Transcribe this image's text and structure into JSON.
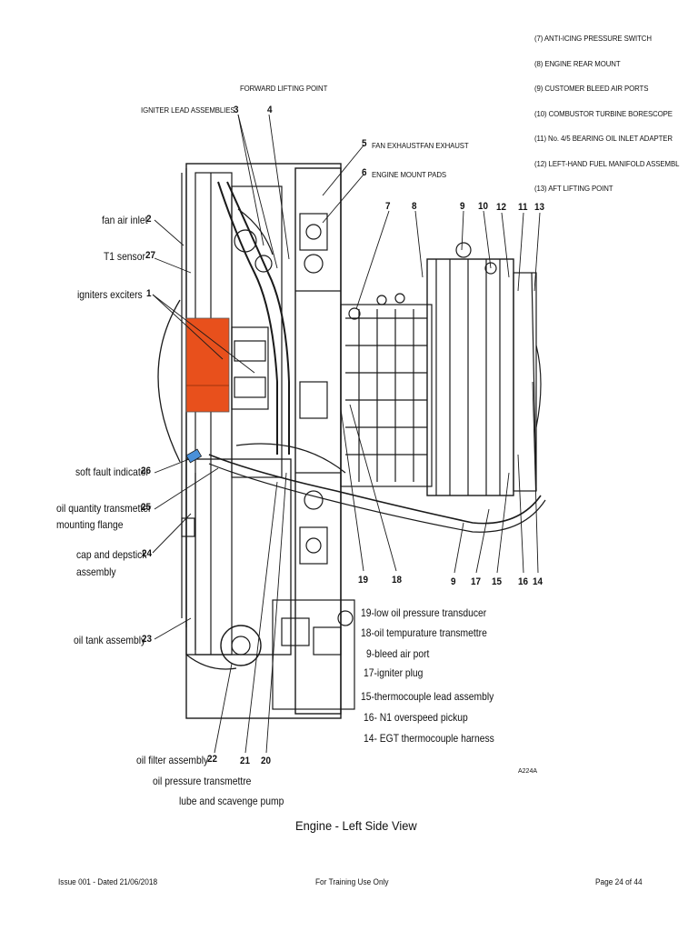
{
  "legend_top_right": [
    "(7) ANTI-ICING PRESSURE SWITCH",
    "(8) ENGINE REAR MOUNT",
    "(9) CUSTOMER BLEED AIR PORTS",
    "(10) COMBUSTOR TURBINE BORESCOPE",
    "(11) No. 4/5 BEARING OIL INLET ADAPTER",
    "(12) LEFT-HAND FUEL MANIFOLD ASSEMBL",
    "(13) AFT LIFTING POINT"
  ],
  "callouts_top": {
    "forward_lifting_point": "FORWARD LIFTING POINT",
    "igniter_lead_assemblies": "IGNITER LEAD ASSEMBLIES",
    "fan_exhaust": "FAN EXHAUSTFAN EXHAUST",
    "engine_mount_pads": "ENGINE MOUNT PADS"
  },
  "callouts_left": {
    "fan_air_inlet": "fan air inlet",
    "t1_sensor": "T1 sensor",
    "igniters_exciters": "igniters exciters",
    "soft_fault_indicator": "soft fault indicator",
    "oil_quantity_transmitter": "oil quantity transmetter",
    "mounting_flange": "mounting flange",
    "cap_and_dipstick": "cap and depstick",
    "assembly": "assembly",
    "oil_tank_assembly": "oil tank assembly",
    "oil_filter_assembly": "oil filter assembly",
    "oil_pressure_transmitter": "oil pressure transmettre",
    "lube_and_scavenge_pump": "lube and scavenge pump"
  },
  "callouts_bottom_right": [
    "19-low oil pressure transducer",
    "18-oil tempurature transmettre",
    "9-bleed air port",
    "17-igniter plug",
    "15-thermocouple lead assembly",
    "16- N1 overspeed pickup",
    "14- EGT thermocouple harness"
  ],
  "numbers": {
    "n1": "1",
    "n2": "2",
    "n3": "3",
    "n4": "4",
    "n5": "5",
    "n6": "6",
    "n7": "7",
    "n8": "8",
    "n9_top": "9",
    "n10": "10",
    "n11": "11",
    "n12": "12",
    "n13": "13",
    "n9_bot": "9",
    "n17": "17",
    "n15": "15",
    "n16": "16",
    "n14": "14",
    "n19": "19",
    "n18": "18",
    "n20": "20",
    "n21": "21",
    "n22": "22",
    "n23": "23",
    "n24": "24",
    "n25": "25",
    "n26": "26",
    "n27": "27"
  },
  "figure_code": "A224A",
  "caption": "Engine - Left Side View",
  "footer": {
    "issue": "Issue 001 - Dated 21/06/2018",
    "training": "For Training Use Only",
    "page": "Page 24 of 44"
  },
  "colors": {
    "highlight_exciter": "#e8501c",
    "soft_fault_indicator": "#4a90d9",
    "line": "#1a1a1a"
  }
}
